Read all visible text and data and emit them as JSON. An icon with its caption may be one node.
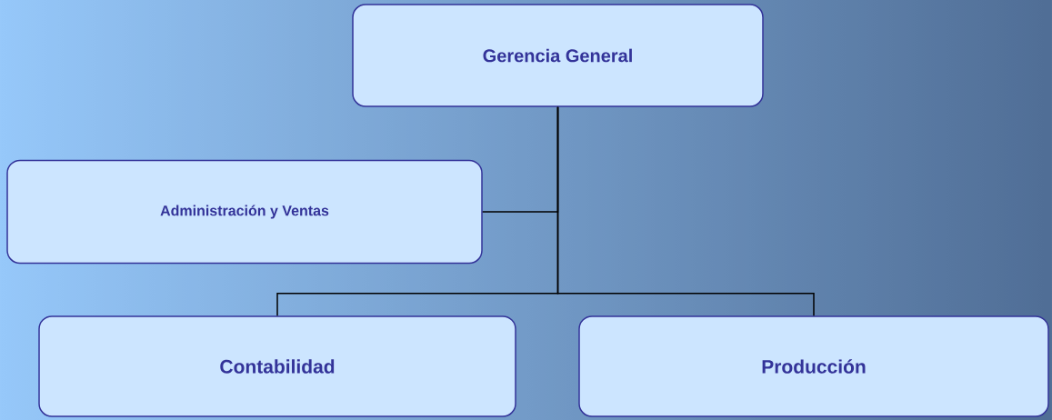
{
  "diagram": {
    "nodes": [
      {
        "text": [
          "Gerencia General"
        ]
      },
      {
        "text": [
          "Administración y Ventas"
        ]
      },
      {
        "text": [
          "Contabilidad"
        ]
      },
      {
        "text": [
          "Producción"
        ]
      }
    ],
    "edges": [
      {
        "from": 0,
        "to": 1,
        "arrow": "none"
      },
      {
        "from": 0,
        "to": 2,
        "arrow": "none"
      },
      {
        "from": 0,
        "to": 3,
        "arrow": "none"
      }
    ]
  }
}
